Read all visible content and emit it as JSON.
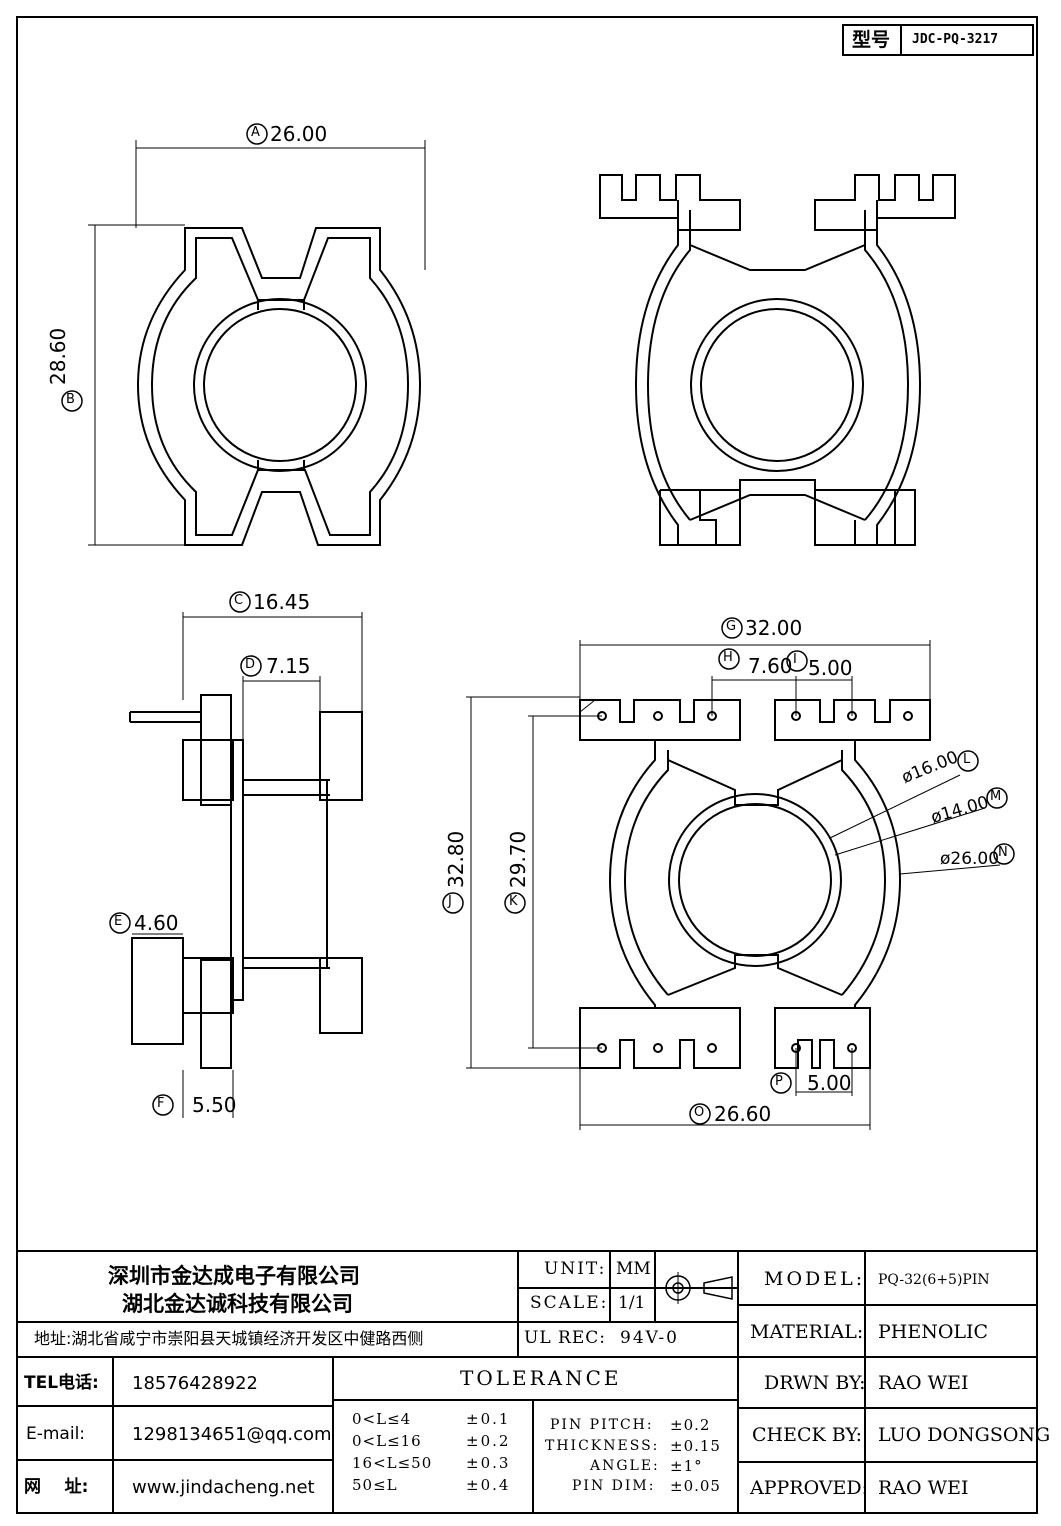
{
  "model_box": {
    "label": "型号",
    "value": "JDC-PQ-3217"
  },
  "dims": {
    "A": "26.00",
    "B": "28.60",
    "C": "16.45",
    "D": "7.15",
    "E": "4.60",
    "F": "5.50",
    "G": "32.00",
    "H": "7.60",
    "I": "5.00",
    "J": "32.80",
    "K": "29.70",
    "L": "ø16.00",
    "M": "ø14.00",
    "N": "ø26.00",
    "O": "26.60",
    "P": "5.00"
  },
  "letters": {
    "A": "A",
    "B": "B",
    "C": "C",
    "D": "D",
    "E": "E",
    "F": "F",
    "G": "G",
    "H": "H",
    "I": "I",
    "J": "J",
    "K": "K",
    "L": "L",
    "M": "M",
    "N": "N",
    "O": "O",
    "P": "P"
  },
  "title_block": {
    "company1": "深圳市金达成电子有限公司",
    "company2": "湖北金达诚科技有限公司",
    "address": "地址:湖北省咸宁市崇阳县天城镇经济开发区中健路西侧",
    "tel_label": "TEL电话:",
    "tel": "18576428922",
    "email_label": "E-mail:",
    "email": "1298134651@qq.com",
    "web_label": "网    址:",
    "web": "www.jindacheng.net",
    "unit_label": "UNIT:",
    "unit": "MM",
    "scale_label": "SCALE:",
    "scale": "1/1",
    "ulrec_label": "UL REC:",
    "ulrec": "94V-0",
    "tolerance_title": "TOLERANCE",
    "tolerances": [
      {
        "range": "0<L≤4",
        "value": "±0.1"
      },
      {
        "range": "0<L≤16",
        "value": "±0.2"
      },
      {
        "range": "16<L≤50",
        "value": "±0.3"
      },
      {
        "range": "50≤L",
        "value": "±0.4"
      }
    ],
    "pitch_label": "PIN PITCH:",
    "pitch": "±0.2",
    "thick_label": "THICKNESS:",
    "thick": "±0.15",
    "angle_label": "ANGLE:",
    "angle": "±1°",
    "pindim_label": "PIN DIM:",
    "pindim": "±0.05",
    "model_label": "MODEL:",
    "model": "PQ-32(6+5)PIN",
    "material_label": "MATERIAL:",
    "material": "PHENOLIC",
    "drwn_label": "DRWN BY:",
    "drwn": "RAO WEI",
    "check_label": "CHECK BY:",
    "check": "LUO DONGSONG",
    "approved_label": "APPROVED:",
    "approved": "RAO WEI"
  }
}
